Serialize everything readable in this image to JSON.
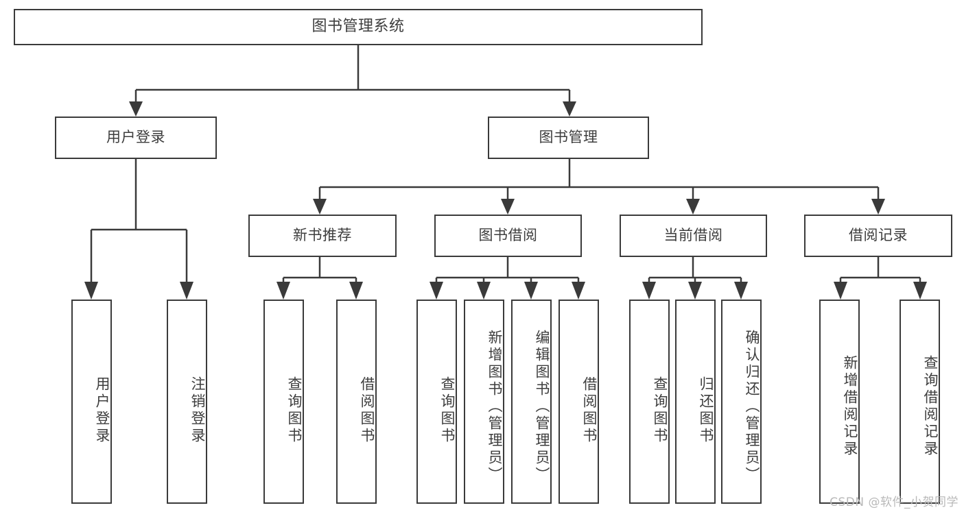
{
  "diagram": {
    "title": "图书管理系统",
    "type": "tree",
    "watermark": "CSDN @软件_小贺同学",
    "colors": {
      "border": "#3a3a3a",
      "text": "#3d3d3d",
      "background": "#ffffff",
      "watermark": "#b9b9b9"
    },
    "root": {
      "label": "图书管理系统"
    },
    "level2": [
      {
        "label": "用户登录"
      },
      {
        "label": "图书管理"
      }
    ],
    "level3": [
      {
        "label": "新书推荐"
      },
      {
        "label": "图书借阅"
      },
      {
        "label": "当前借阅"
      },
      {
        "label": "借阅记录"
      }
    ],
    "leaves": {
      "user_login": [
        {
          "label": "用户登录"
        },
        {
          "label": "注销登录"
        }
      ],
      "new_book_recommend": [
        {
          "label": "查询图书"
        },
        {
          "label": "借阅图书"
        }
      ],
      "book_borrow": [
        {
          "label": "查询图书"
        },
        {
          "label": "新增图书（管理员）"
        },
        {
          "label": "编辑图书（管理员）"
        },
        {
          "label": "借阅图书"
        }
      ],
      "current_borrow": [
        {
          "label": "查询图书"
        },
        {
          "label": "归还图书"
        },
        {
          "label": "确认归还（管理员）"
        }
      ],
      "borrow_record": [
        {
          "label": "新增借阅记录"
        },
        {
          "label": "查询借阅记录"
        }
      ]
    }
  }
}
